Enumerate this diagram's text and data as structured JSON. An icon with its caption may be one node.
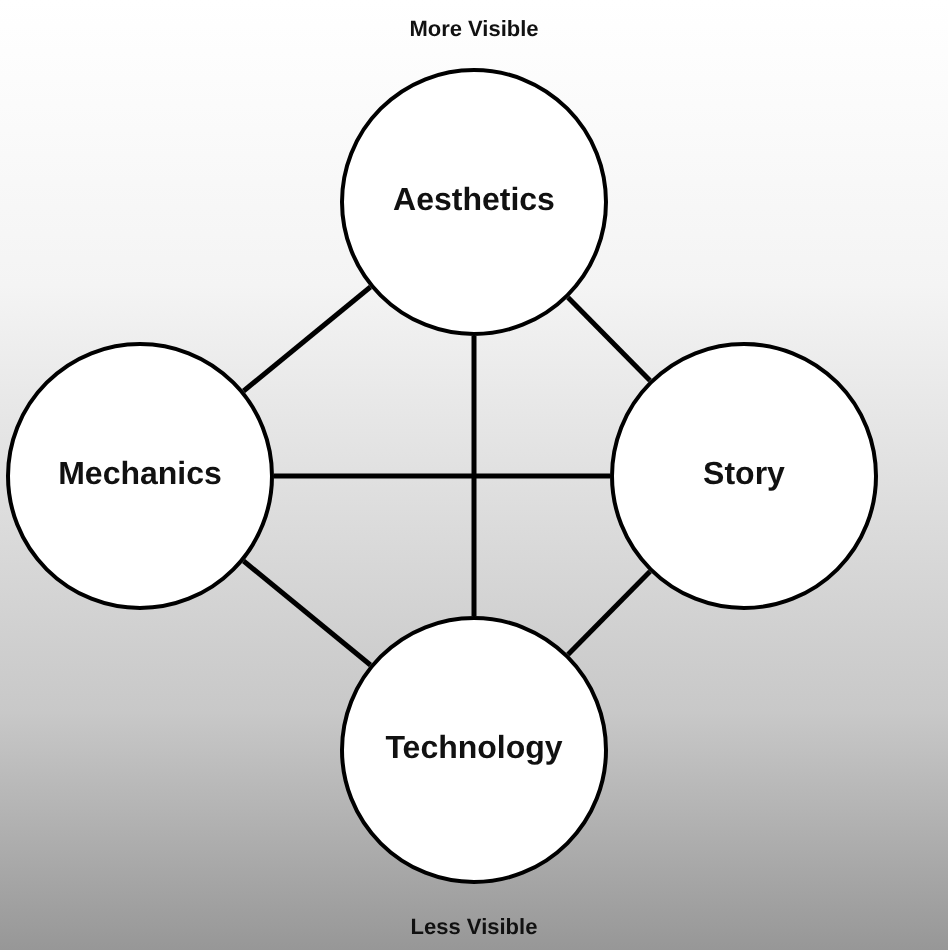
{
  "diagram": {
    "nodes": [
      {
        "text": [
          "Aesthetics"
        ]
      },
      {
        "text": [
          "Mechanics"
        ]
      },
      {
        "text": [
          "Story"
        ]
      },
      {
        "text": [
          "Technology"
        ]
      }
    ],
    "edges": [
      {
        "from": 0,
        "to": 1,
        "arrow": "none"
      },
      {
        "from": 0,
        "to": 2,
        "arrow": "none"
      },
      {
        "from": 0,
        "to": 3,
        "arrow": "none"
      },
      {
        "from": 1,
        "to": 2,
        "arrow": "none"
      },
      {
        "from": 1,
        "to": 3,
        "arrow": "none"
      },
      {
        "from": 2,
        "to": 3,
        "arrow": "none"
      }
    ],
    "labels": [
      "More Visible",
      "Less Visible"
    ]
  }
}
